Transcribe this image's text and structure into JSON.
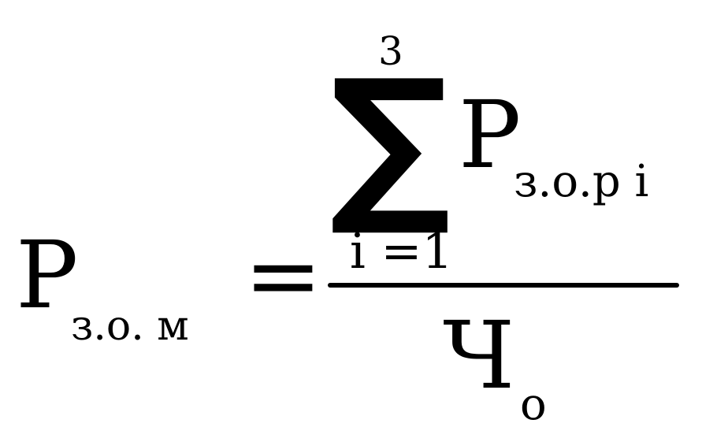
{
  "formula": {
    "lhs": {
      "symbol": "P",
      "subscript": "з.о. м"
    },
    "equals": "=",
    "numerator": {
      "sum_symbol": "∑",
      "upper_limit": "3",
      "lower_limit": "i =1",
      "symbol": "P",
      "subscript": "з.о.р i"
    },
    "denominator": {
      "symbol": "Ч",
      "subscript": "о"
    }
  }
}
